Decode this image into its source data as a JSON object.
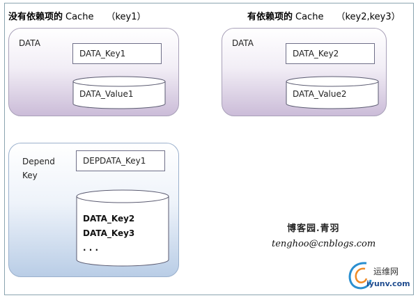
{
  "headings": {
    "left": {
      "title": "没有依赖项的",
      "cache": "Cache",
      "keys": "（key1）"
    },
    "right": {
      "title": "有依赖项的",
      "cache": "Cache",
      "keys": "（key2,key3）"
    }
  },
  "panels": {
    "left": {
      "label": "DATA",
      "key": "DATA_Key1",
      "value": "DATA_Value1"
    },
    "right": {
      "label": "DATA",
      "key": "DATA_Key2",
      "value": "DATA_Value2"
    },
    "depend": {
      "label_line1": "Depend",
      "label_line2": "Key",
      "key": "DEPDATA_Key1",
      "values": [
        "DATA_Key2",
        "DATA_Key3",
        ". . ."
      ]
    }
  },
  "signature": {
    "name": "博客园.青羽",
    "email": "tenghoo@cnblogs.com"
  },
  "watermark": {
    "site_name": "运维网",
    "url": "iyunv.com"
  },
  "colors": {
    "panel_purple": "#cbbcd8",
    "panel_blue": "#b9cde6",
    "border": "#6f6f88"
  }
}
